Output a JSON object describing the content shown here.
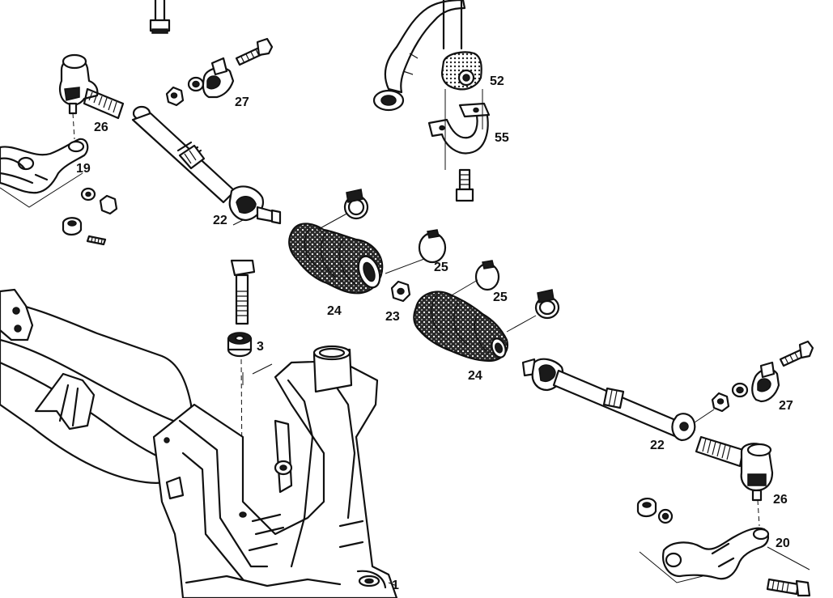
{
  "labels": {
    "l3": "3",
    "l19": "19",
    "l20": "20",
    "l22a": "22",
    "l22b": "22",
    "l23": "23",
    "l24a": "24",
    "l24b": "24",
    "l25a": "25",
    "l25b": "25",
    "l26a": "26",
    "l26b": "26",
    "l27a": "27",
    "l27b": "27",
    "l52": "52",
    "l55": "55",
    "l1": "1"
  }
}
